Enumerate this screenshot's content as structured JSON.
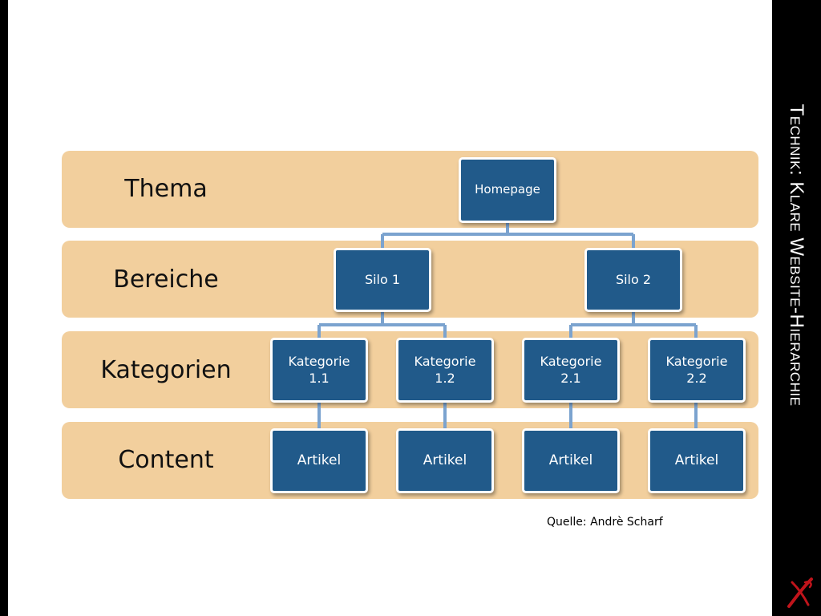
{
  "title": "Technik: Klare Website-Hierarchie",
  "logo": {
    "icon": "x-logo-icon",
    "color": "#c0141b"
  },
  "colors": {
    "band": "#f2cf9d",
    "node": "#215a8a",
    "connector": "#7ba3cf"
  },
  "bands": [
    {
      "label": "Thema"
    },
    {
      "label": "Bereiche"
    },
    {
      "label": "Kategorien"
    },
    {
      "label": "Content"
    }
  ],
  "nodes": {
    "homepage": "Homepage",
    "silo1": "Silo 1",
    "silo2": "Silo 2",
    "kat11": "Kategorie\n1.1",
    "kat12": "Kategorie\n1.2",
    "kat21": "Kategorie\n2.1",
    "kat22": "Kategorie\n2.2",
    "art1": "Artikel",
    "art2": "Artikel",
    "art3": "Artikel",
    "art4": "Artikel"
  },
  "source": "Quelle: Andrè Scharf"
}
